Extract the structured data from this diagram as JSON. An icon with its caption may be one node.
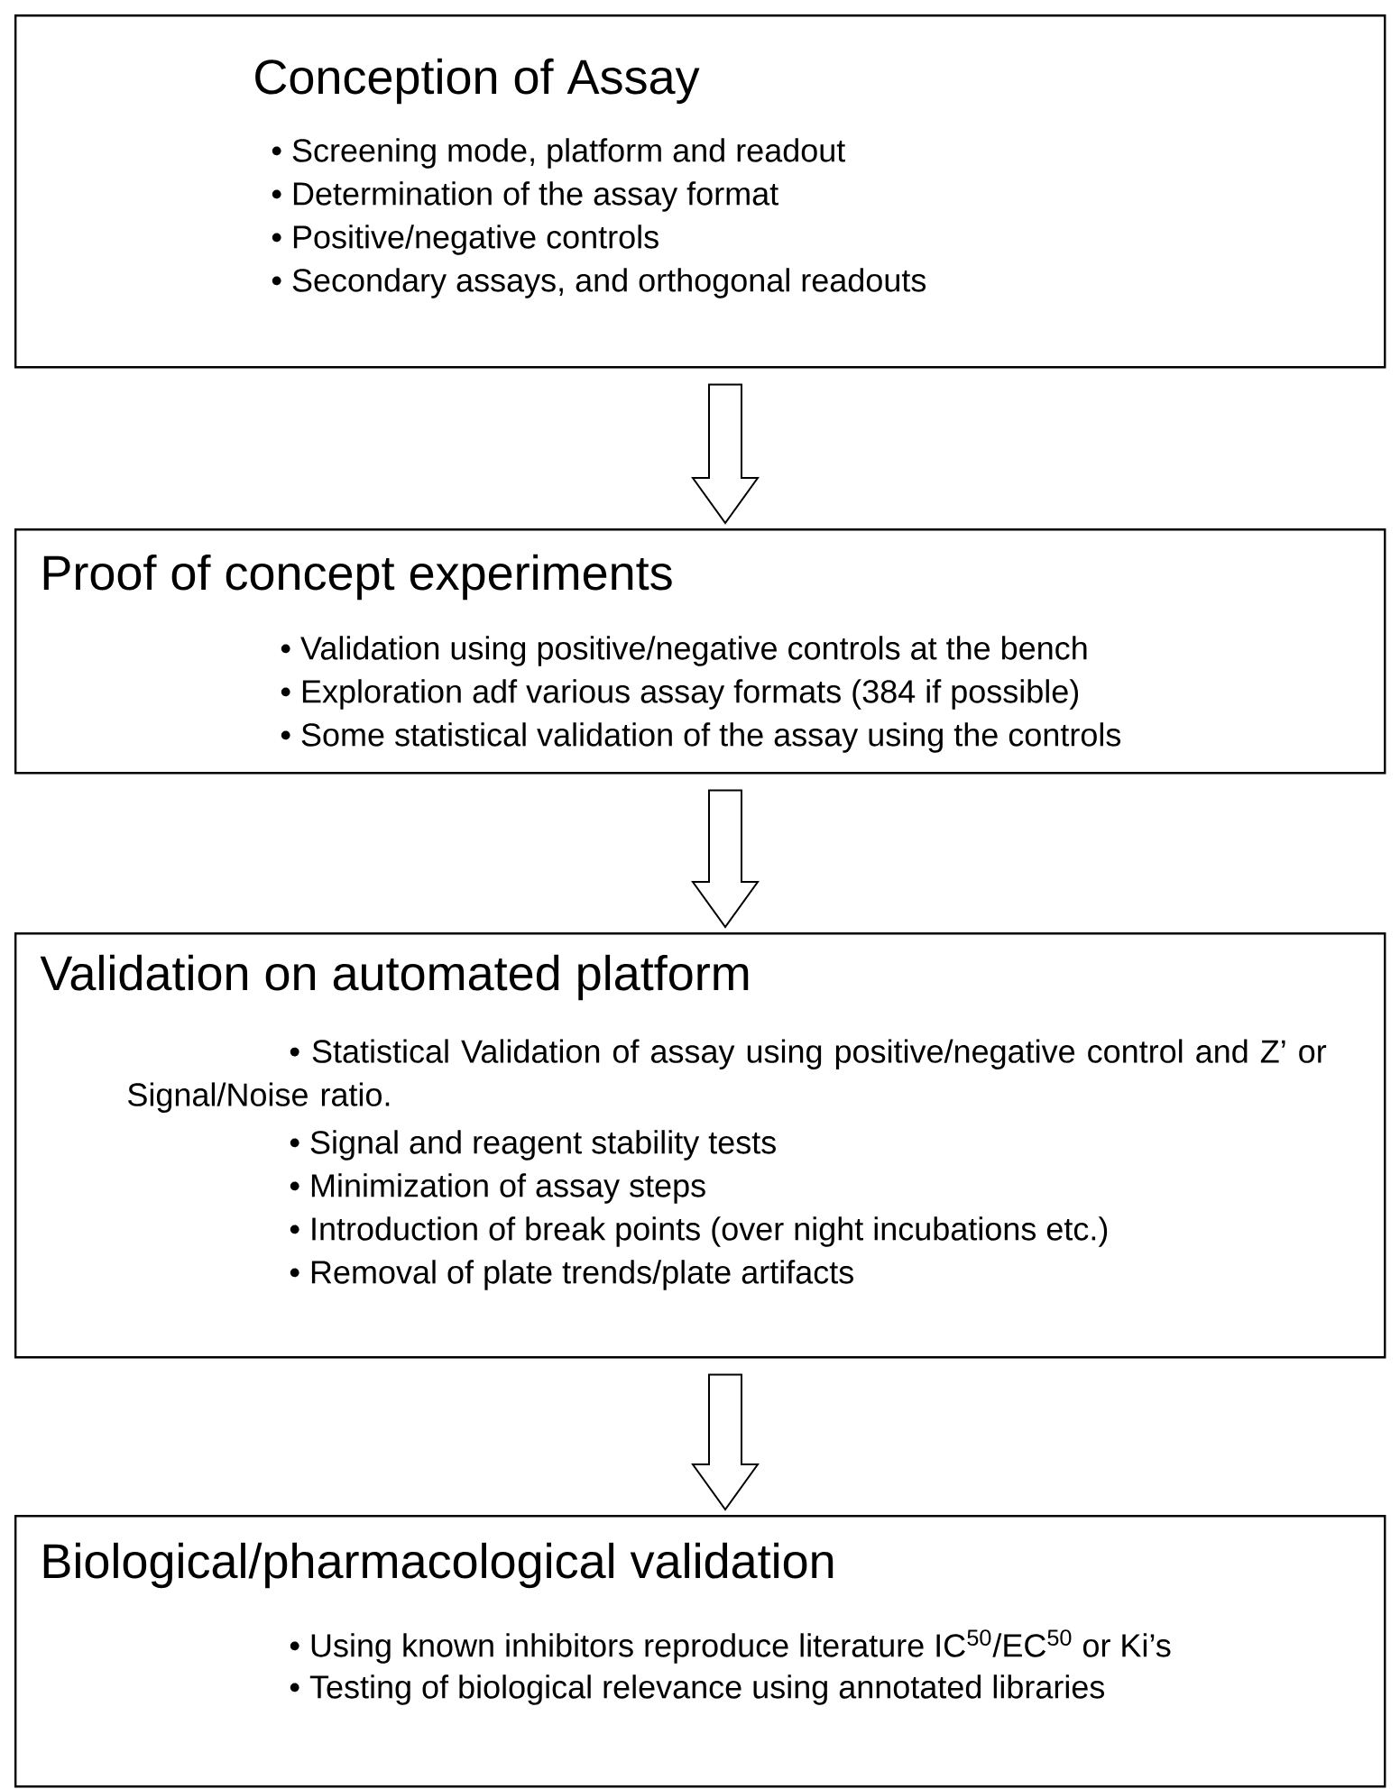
{
  "diagram": {
    "nodes": [
      {
        "text": [
          "Conception of Assay",
          "• Screening mode, platform and readout",
          "• Determination of the assay format",
          "• Positive/negative controls",
          "• Secondary assays, and orthogonal readouts"
        ]
      },
      {
        "text": [
          "Proof of concept experiments",
          "• Validation using positive/negative controls at the bench",
          "• Exploration adf various assay formats (384 if possible)",
          "• Some statistical validation of the assay using the controls"
        ]
      },
      {
        "text": [
          "Validation on automated platform",
          "• Statistical Validation of assay using positive/negative control and Z’ or Signal/Noise ratio.",
          "• Signal and reagent stability tests",
          "• Minimization of assay steps",
          "• Introduction of break points (over night incubations etc.)",
          "• Removal of plate trends/plate artifacts"
        ]
      },
      {
        "text": [
          "Biological/pharmacological validation",
          "• Using known inhibitors reproduce literature IC$^{50}$/EC$^{50}$ or Ki’s",
          "• Testing of biological relevance using annotated libraries"
        ]
      }
    ],
    "edges": [
      {
        "from": 0,
        "to": 1,
        "arrow": "to"
      },
      {
        "from": 1,
        "to": 2,
        "arrow": "to"
      },
      {
        "from": 2,
        "to": 3,
        "arrow": "to"
      }
    ]
  }
}
